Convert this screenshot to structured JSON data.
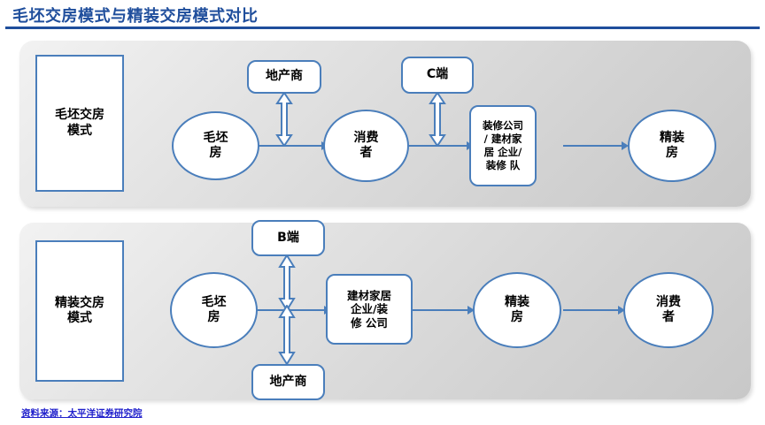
{
  "title": "毛坯交房模式与精装交房模式对比",
  "source_note": "资料来源：太平洋证券研究院",
  "colors": {
    "title_blue": "#1f4e9c",
    "node_border_blue": "#4a7ebb",
    "connector_blue": "#4a7ebb",
    "source_link_blue": "#2222cc",
    "panel_gray_light": "#f2f2f2",
    "panel_gray_dark": "#c8c8c8"
  },
  "rows": [
    {
      "name": "maopi-row",
      "mode_label": "毛坯交房\n模式",
      "mode_label_line1": "毛坯交房",
      "mode_label_line2": "模式",
      "nodes": {
        "start_circle_line1": "毛坯",
        "start_circle_line2": "房",
        "top_box_1": "地产商",
        "top_box_2": "C端",
        "mid_circle_line1": "消费",
        "mid_circle_line2": "者",
        "service_box_line1": "装修公司",
        "service_box_line2": "/ 建材家",
        "service_box_line3": "居 企业/",
        "service_box_line4": "装修 队",
        "end_circle_line1": "精装",
        "end_circle_line2": "房"
      }
    },
    {
      "name": "jingzhuang-row",
      "mode_label_line1": "精装交房",
      "mode_label_line2": "模式",
      "nodes": {
        "start_circle_line1": "毛坯",
        "start_circle_line2": "房",
        "top_box": "B端",
        "bottom_box": "地产商",
        "service_box_line1": "建材家居",
        "service_box_line2": "企业/装",
        "service_box_line3": "修 公司",
        "mid_circle_line1": "精装",
        "mid_circle_line2": "房",
        "end_circle_line1": "消费",
        "end_circle_line2": "者"
      }
    }
  ]
}
